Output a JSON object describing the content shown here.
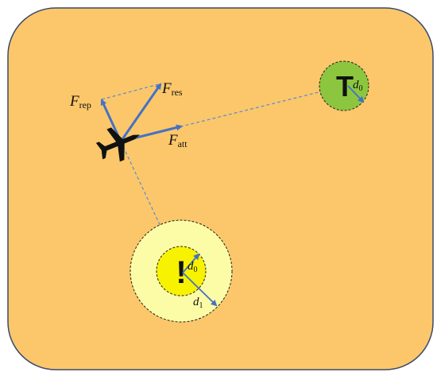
{
  "colors": {
    "background": "#FCC76A",
    "border": "#3A4A6B",
    "target_fill": "#8CC63F",
    "obstacle_outer": "#FDFCA6",
    "obstacle_inner": "#F7F200",
    "vector": "#4472C4",
    "dashed_line": "#5B8BD0",
    "aircraft": "#111111"
  },
  "icons": {
    "aircraft": "airplane-icon",
    "target": "target-marker",
    "obstacle": "obstacle-marker"
  },
  "target": {
    "symbol": "T",
    "radius_label": {
      "base": "d",
      "sub": "0"
    }
  },
  "obstacle": {
    "symbol": "!",
    "inner_radius_label": {
      "base": "d",
      "sub": "0"
    },
    "outer_radius_label": {
      "base": "d",
      "sub": "1"
    }
  },
  "forces": {
    "repulsive": {
      "base": "F",
      "sub": "rep"
    },
    "resultant": {
      "base": "F",
      "sub": "res"
    },
    "attractive": {
      "base": "F",
      "sub": "att"
    }
  }
}
